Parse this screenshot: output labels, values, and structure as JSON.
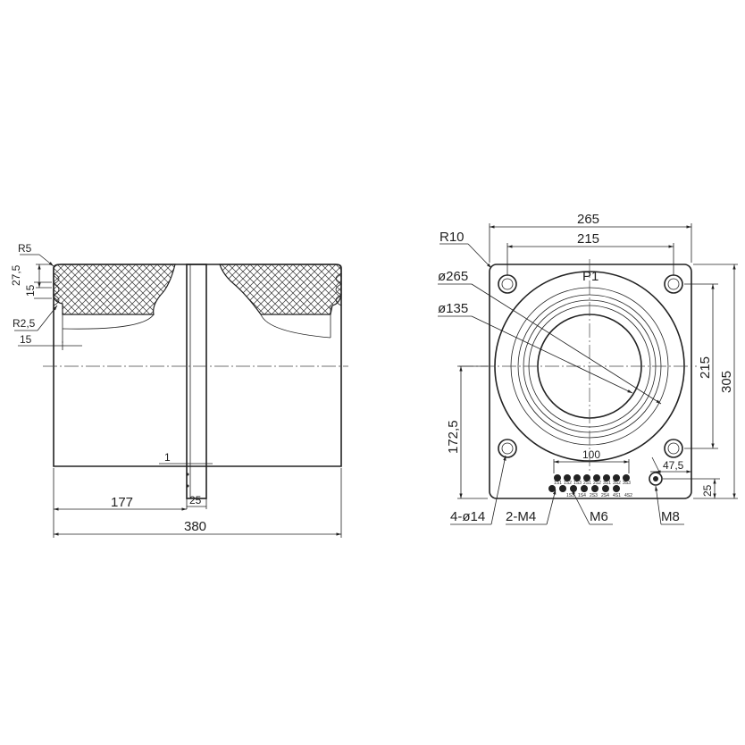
{
  "drawing": {
    "side_view": {
      "labels": {
        "r5": "R5",
        "d27_5": "27,5",
        "d15_groove": "15",
        "r2_5": "R2,5",
        "d15_wall": "15",
        "d1": "1",
        "d25": "25",
        "d177": "177",
        "d380": "380"
      }
    },
    "front_view": {
      "labels": {
        "d265": "265",
        "d215_top": "215",
        "r10": "R10",
        "p1": "P1",
        "phi265": "ø265",
        "phi135": "ø135",
        "d215_right": "215",
        "d305": "305",
        "d172_5": "172,5",
        "d100": "100",
        "d47_5": "47,5",
        "d25": "25",
        "holes": "4-ø14",
        "m4": "2-M4",
        "m6": "M6",
        "m8": "M8"
      },
      "terminal_labels_top": [
        "1S1",
        "1S2",
        "1S3",
        "2S1",
        "2S2",
        "3S1",
        "3S2",
        "3S3"
      ],
      "terminal_labels_bottom": [
        "1S3",
        "1S4",
        "2S3",
        "2S4",
        "4S1",
        "4S2"
      ]
    }
  }
}
